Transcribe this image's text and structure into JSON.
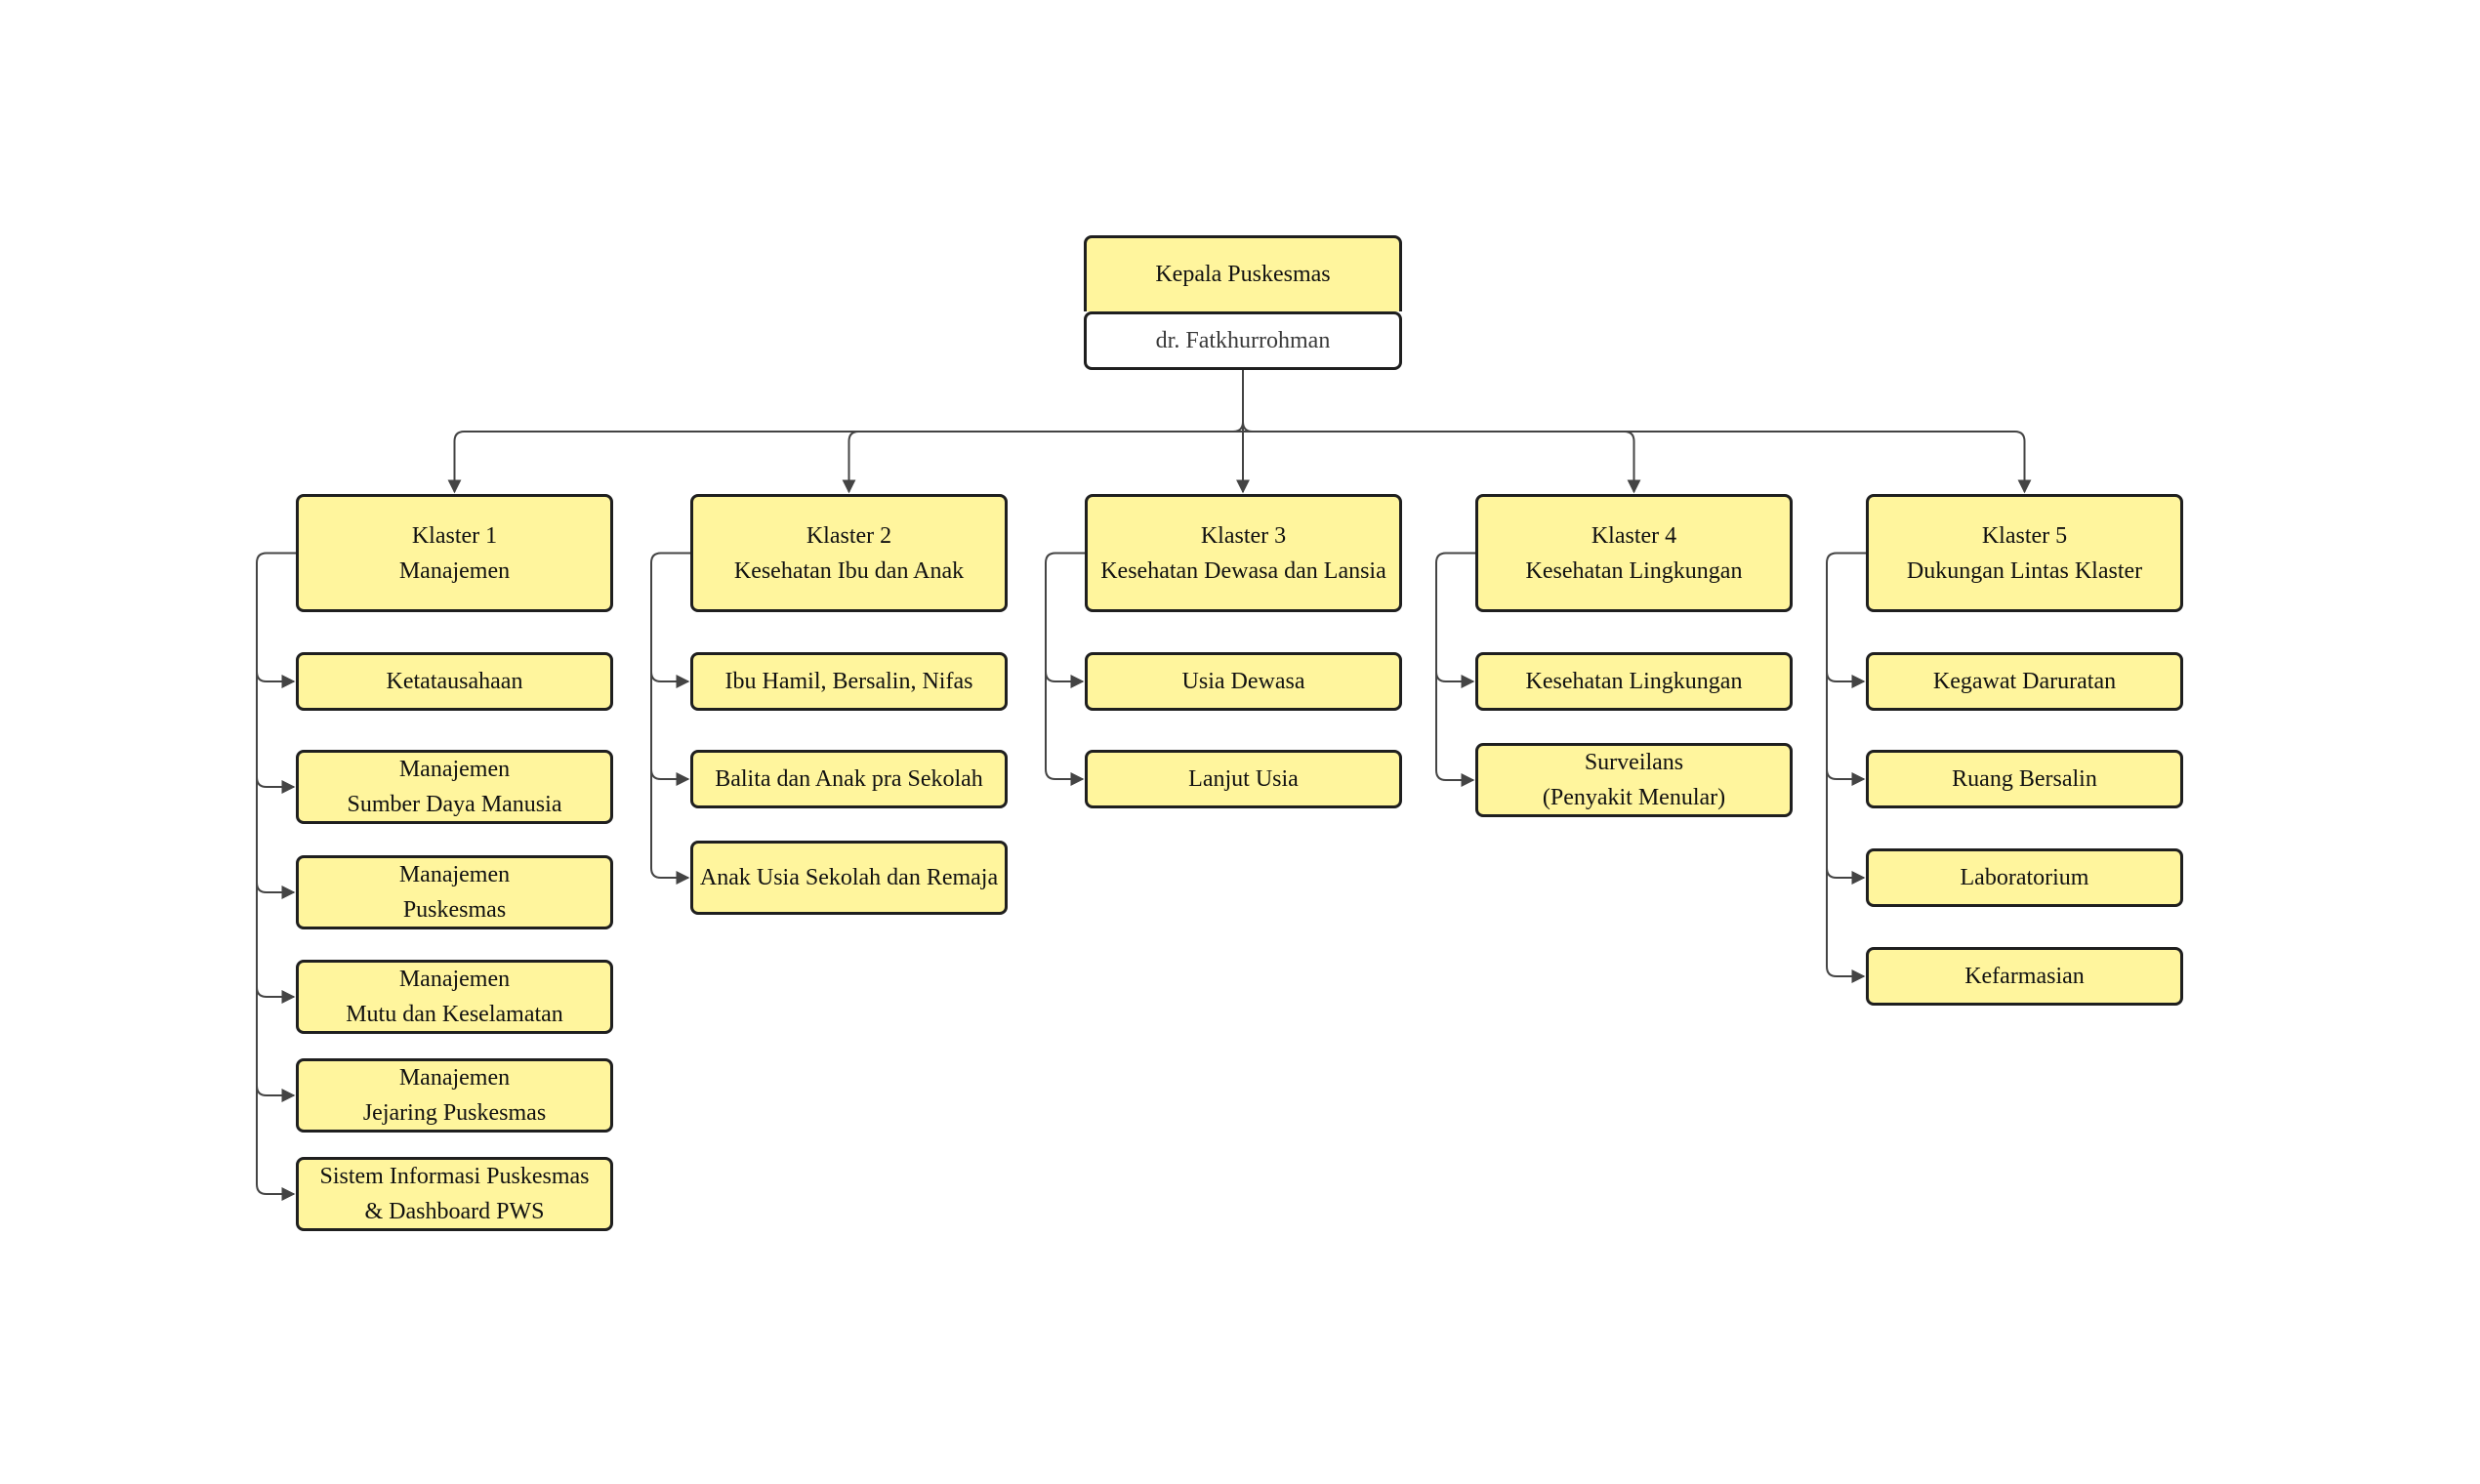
{
  "colors": {
    "box_fill": "#fff59d",
    "box_border": "#1f1f1f",
    "connector": "#444444",
    "header_sub_fill": "#ffffff"
  },
  "root": {
    "title": "Kepala Puskesmas",
    "name": "dr. Fatkhurrohman"
  },
  "clusters": [
    {
      "title": [
        "Klaster 1",
        "Manajemen"
      ],
      "units": [
        [
          "Ketatausahaan"
        ],
        [
          "Manajemen",
          "Sumber Daya Manusia"
        ],
        [
          "Manajemen",
          "Puskesmas"
        ],
        [
          "Manajemen",
          "Mutu dan Keselamatan"
        ],
        [
          "Manajemen",
          "Jejaring Puskesmas"
        ],
        [
          "Sistem Informasi Puskesmas",
          "& Dashboard PWS"
        ]
      ]
    },
    {
      "title": [
        "Klaster 2",
        "Kesehatan Ibu dan Anak"
      ],
      "units": [
        [
          "Ibu Hamil, Bersalin, Nifas"
        ],
        [
          "Balita dan Anak pra Sekolah"
        ],
        [
          "Anak Usia Sekolah dan Remaja"
        ]
      ]
    },
    {
      "title": [
        "Klaster 3",
        "Kesehatan Dewasa dan Lansia"
      ],
      "units": [
        [
          "Usia Dewasa"
        ],
        [
          "Lanjut Usia"
        ]
      ]
    },
    {
      "title": [
        "Klaster 4",
        "Kesehatan Lingkungan"
      ],
      "units": [
        [
          "Kesehatan Lingkungan"
        ],
        [
          "Surveilans",
          "(Penyakit Menular)"
        ]
      ]
    },
    {
      "title": [
        "Klaster 5",
        "Dukungan Lintas Klaster"
      ],
      "units": [
        [
          "Kegawat Daruratan"
        ],
        [
          "Ruang Bersalin"
        ],
        [
          "Laboratorium"
        ],
        [
          "Kefarmasian"
        ]
      ]
    }
  ]
}
